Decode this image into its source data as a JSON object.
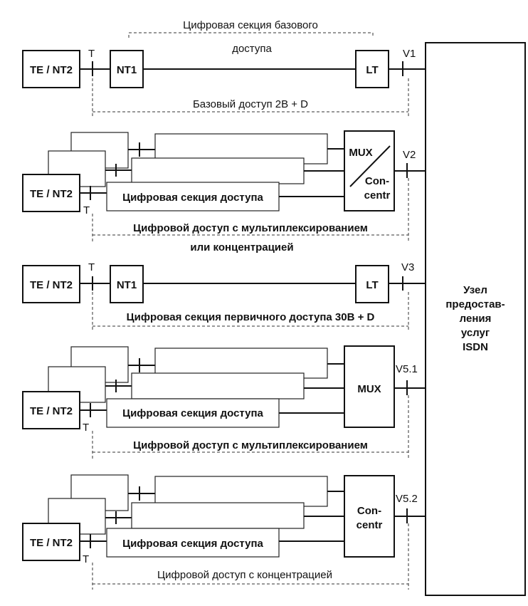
{
  "te_nt2": "TE / NT2",
  "t_point": "T",
  "nt1": "NT1",
  "lt": "LT",
  "v1": "V1",
  "v2": "V2",
  "v3": "V3",
  "v51": "V5.1",
  "v52": "V5.2",
  "mux_slash_concentr": {
    "mux": "MUX",
    "con": "Con-",
    "centr": "centr"
  },
  "mux": "MUX",
  "concentr": {
    "con": "Con-",
    "centr": "centr"
  },
  "digital_access_section": "Цифровая секция доступа",
  "basic_section_line1": "Цифровая секция базового",
  "basic_section_line2": "доступа",
  "basic_access": "Базовый доступ  2B + D",
  "mux_conc_access_line1": "Цифровой доступ с мультиплексированием",
  "mux_conc_access_line2": "или концентрацией",
  "primary_access": "Цифровая секция первичного доступа  30B + D",
  "mux_access": "Цифровой доступ с мультиплексированием",
  "conc_access": "Цифровой доступ с концентрацией",
  "node": [
    "Узел",
    "предостав-",
    "ления",
    "услуг",
    "ISDN"
  ]
}
